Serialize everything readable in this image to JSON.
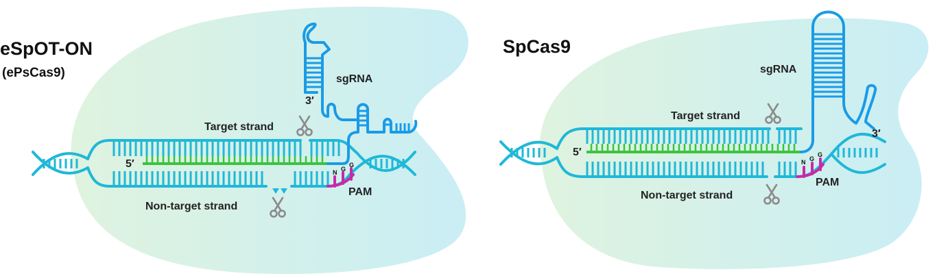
{
  "left_panel": {
    "title": "eSpOT-ON",
    "subtitle": "(ePsCas9)",
    "sgrna_label": "sgRNA",
    "three_prime_label": "3′",
    "five_prime_label": "5′",
    "target_strand_label": "Target strand",
    "non_target_strand_label": "Non-target strand",
    "pam_label": "PAM",
    "pam_nucleotides": [
      "N",
      "G",
      "G"
    ]
  },
  "right_panel": {
    "title": "SpCas9",
    "sgrna_label": "sgRNA",
    "three_prime_label": "3′",
    "five_prime_label": "5′",
    "target_strand_label": "Target strand",
    "non_target_strand_label": "Non-target strand",
    "pam_label": "PAM",
    "pam_nucleotides": [
      "N",
      "G",
      "G"
    ]
  },
  "colors": {
    "dna": "#1fb8d8",
    "sgrna": "#1a9be6",
    "guide_pairing": "#3cc43c",
    "pam": "#c72aa6",
    "scissors": "#8a8a8a",
    "protein_light": "#d2f1e4",
    "protein_dark": "#c9eef4"
  },
  "icons": [
    "scissors-icon"
  ]
}
